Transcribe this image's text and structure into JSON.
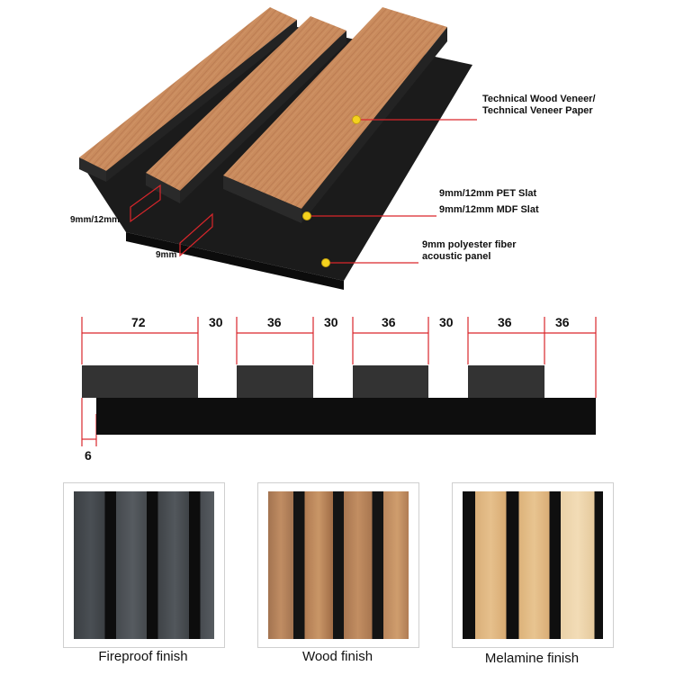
{
  "callouts": {
    "veneer": [
      "Technical Wood Veneer/",
      "Technical Veneer Paper"
    ],
    "slat": [
      "9mm/12mm PET Slat",
      "9mm/12mm MDF Slat"
    ],
    "panel": [
      "9mm polyester fiber",
      "acoustic panel"
    ]
  },
  "side_dims": {
    "slat_thickness": "9mm/12mm",
    "panel_thickness": "9mm"
  },
  "profile": {
    "top_dims": [
      "72",
      "30",
      "36",
      "30",
      "36",
      "30",
      "36",
      "36"
    ],
    "base_offset": "6"
  },
  "finishes": [
    {
      "caption": "Fireproof finish"
    },
    {
      "caption": "Wood finish"
    },
    {
      "caption": "Melamine finish"
    }
  ],
  "colors": {
    "accent_red": "#d9262b",
    "dot_yellow": "#f4d21e",
    "panel_black": "#1a1a1a",
    "slat_wood": "#c98b5d",
    "profile_slat": "#333333"
  }
}
